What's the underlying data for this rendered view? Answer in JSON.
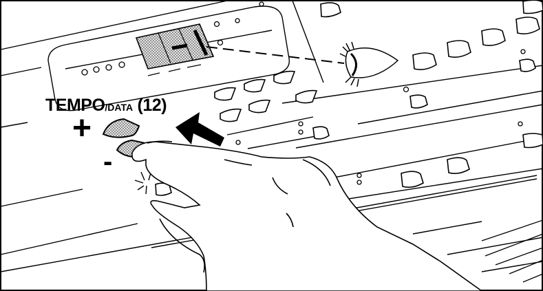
{
  "tempo_label": {
    "main": "TEMPO",
    "sub": "/DATA",
    "number": " (12)"
  },
  "plus_sign": "+",
  "minus_sign": "-",
  "display_value": "–",
  "colors": {
    "line": "#000000",
    "background": "#ffffff",
    "screen_fill": "#cfcfcf",
    "key_highlight": "#bdbdbd"
  }
}
